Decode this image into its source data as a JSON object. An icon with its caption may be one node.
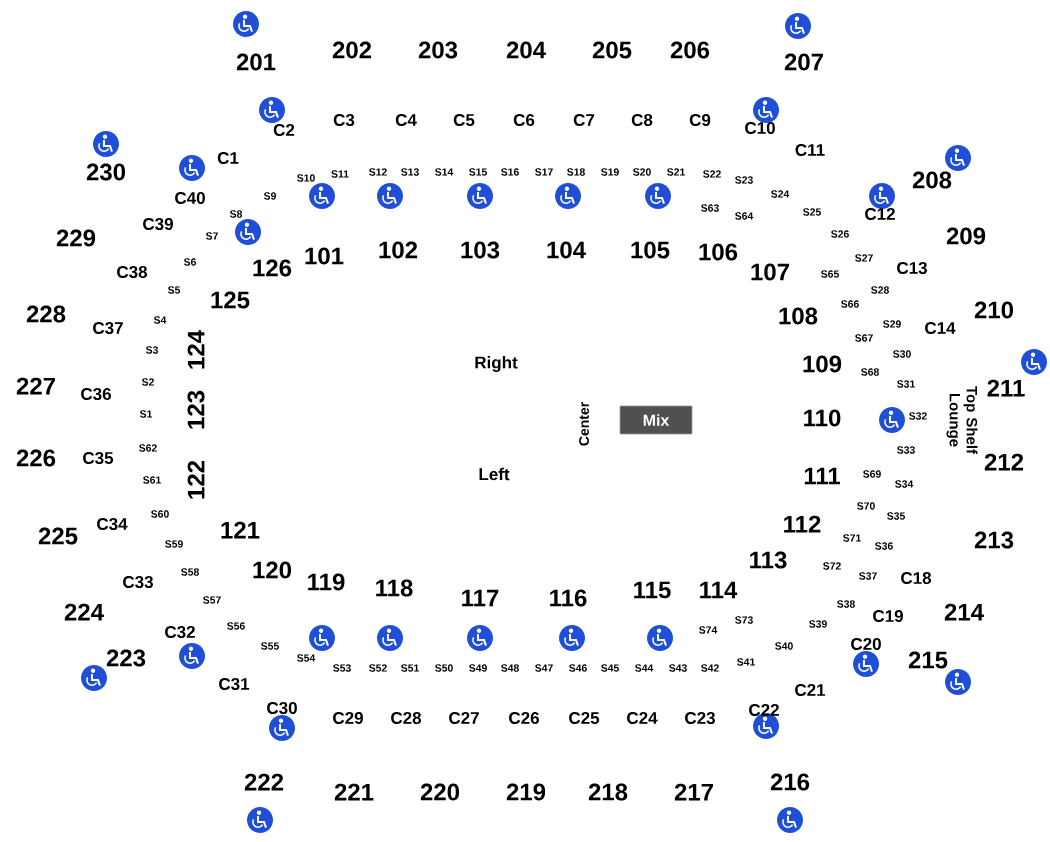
{
  "diagram": {
    "nodes": [
      {
        "text": [
          "Mix"
        ]
      }
    ],
    "labels": [
      "201",
      "202",
      "203",
      "204",
      "205",
      "206",
      "207",
      "208",
      "209",
      "210",
      "211",
      "212",
      "213",
      "214",
      "215",
      "216",
      "217",
      "218",
      "219",
      "220",
      "221",
      "222",
      "223",
      "224",
      "225",
      "226",
      "227",
      "228",
      "229",
      "230",
      "C1",
      "C2",
      "C3",
      "C4",
      "C5",
      "C6",
      "C7",
      "C8",
      "C9",
      "C10",
      "C11",
      "C12",
      "C13",
      "C14",
      "C18",
      "C19",
      "C20",
      "C21",
      "C22",
      "C23",
      "C24",
      "C25",
      "C26",
      "C27",
      "C28",
      "C29",
      "C30",
      "C31",
      "C32",
      "C33",
      "C34",
      "C35",
      "C36",
      "C37",
      "C38",
      "C39",
      "C40",
      "S1",
      "S2",
      "S3",
      "S4",
      "S5",
      "S6",
      "S7",
      "S8",
      "S9",
      "S10",
      "S11",
      "S12",
      "S13",
      "S14",
      "S15",
      "S16",
      "S17",
      "S18",
      "S19",
      "S20",
      "S21",
      "S22",
      "S23",
      "S24",
      "S25",
      "S26",
      "S27",
      "S28",
      "S29",
      "S30",
      "S31",
      "S32",
      "S33",
      "S34",
      "S35",
      "S36",
      "S37",
      "S38",
      "S39",
      "S40",
      "S41",
      "S42",
      "S43",
      "S44",
      "S45",
      "S46",
      "S47",
      "S48",
      "S49",
      "S50",
      "S51",
      "S52",
      "S53",
      "S54",
      "S55",
      "S56",
      "S57",
      "S58",
      "S59",
      "S60",
      "S61",
      "S62",
      "S63",
      "S64",
      "S65",
      "S66",
      "S67",
      "S68",
      "S69",
      "S70",
      "S71",
      "S72",
      "S73",
      "S74",
      "101",
      "102",
      "103",
      "104",
      "105",
      "106",
      "107",
      "108",
      "109",
      "110",
      "111",
      "112",
      "113",
      "114",
      "115",
      "116",
      "117",
      "118",
      "119",
      "120",
      "121",
      "122",
      "123",
      "124",
      "125",
      "126",
      "Right",
      "Left",
      "Center",
      "Top Shelf Lounge"
    ]
  }
}
